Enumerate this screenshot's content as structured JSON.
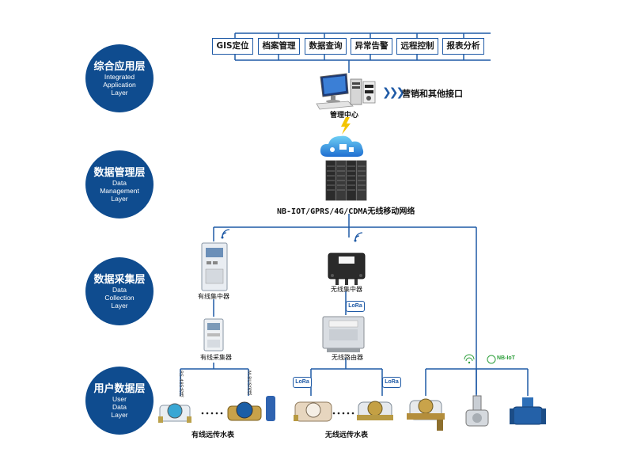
{
  "layers": [
    {
      "cn": "综合应用层",
      "en": [
        "Integrated",
        "Application",
        "Layer"
      ]
    },
    {
      "cn": "数据管理层",
      "en": [
        "Data",
        "Management",
        "Layer"
      ]
    },
    {
      "cn": "数据采集层",
      "en": [
        "Data",
        "Collection",
        "Layer"
      ]
    },
    {
      "cn": "用户数据层",
      "en": [
        "User",
        "Data",
        "Layer"
      ]
    }
  ],
  "functions": [
    "GIS定位",
    "档案管理",
    "数据查询",
    "异常告警",
    "远程控制",
    "报表分析"
  ],
  "center": {
    "label": "管理中心",
    "interface": "营销和其他接口",
    "network": "NB-IOT/GPRS/4G/CDMA无线移动网络"
  },
  "devices": {
    "wired_concentrator": "有线集中器",
    "wireless_concentrator": "无线集中器",
    "wired_collector": "有线采集器",
    "wireless_router": "无线路由器",
    "wired_meters": "有线远传水表",
    "wireless_meters": "无线远传水表",
    "rs485": "RS-485总线",
    "mbus": "M-BUS总线"
  },
  "badges": {
    "lora": "LoRa",
    "nbiot": "NB-IoT"
  },
  "colors": {
    "layer": "#0f4c8f",
    "line": "#1f5aa6",
    "accent": "#f3c400"
  }
}
